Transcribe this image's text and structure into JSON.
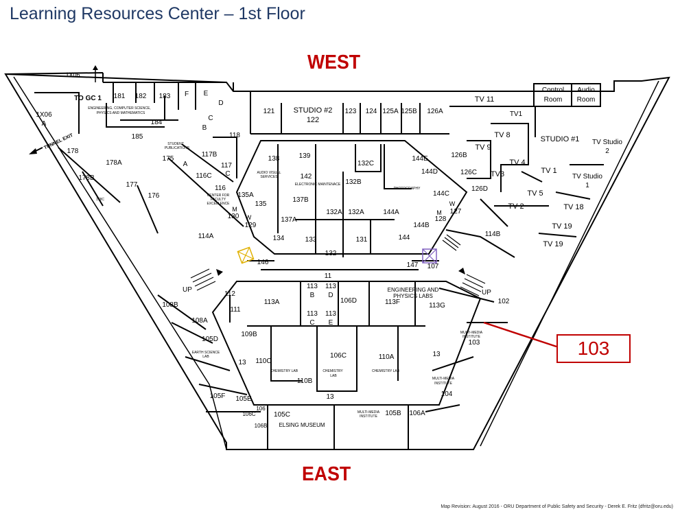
{
  "title": "Learning Resources Center – 1st Floor",
  "directions": {
    "west": "WEST",
    "east": "EAST"
  },
  "callout": {
    "label": "103",
    "color": "#c00000"
  },
  "footer": "Map Revision: August 2016 - ORU Department of Public Safety and Security - Derek E. Fritz (dfritz@oru.edu)",
  "colors": {
    "title": "#1f3864",
    "accent": "#c00000",
    "walls": "#000000",
    "elevator_west": "#e0b000",
    "elevator_east": "#8060c0"
  },
  "rooms": [
    {
      "id": "r1x06",
      "text": "1X06"
    },
    {
      "id": "rtogc",
      "text": "TO GC 1"
    },
    {
      "id": "r181",
      "text": "181"
    },
    {
      "id": "r182",
      "text": "182"
    },
    {
      "id": "r183",
      "text": "183"
    },
    {
      "id": "rF",
      "text": "F"
    },
    {
      "id": "rE",
      "text": "E"
    },
    {
      "id": "rD",
      "text": "D"
    },
    {
      "id": "rC",
      "text": "C"
    },
    {
      "id": "rB",
      "text": "B"
    },
    {
      "id": "rEng1",
      "text": "ENGINEERING, COMPUTER SCIENCE,"
    },
    {
      "id": "rEng2",
      "text": "PHYSICS AND MATHEMATICS"
    },
    {
      "id": "r184",
      "text": "184"
    },
    {
      "id": "r185",
      "text": "185"
    },
    {
      "id": "r1x06a1",
      "text": "1X06"
    },
    {
      "id": "r1x06a2",
      "text": "A"
    },
    {
      "id": "rTunnel",
      "text": "TUNNEL EXIT"
    },
    {
      "id": "rStuPub1",
      "text": "STUDENT"
    },
    {
      "id": "rStuPub2",
      "text": "PUBLICATIONS"
    },
    {
      "id": "r175",
      "text": "175"
    },
    {
      "id": "rA",
      "text": "A"
    },
    {
      "id": "r178",
      "text": "178"
    },
    {
      "id": "r178A",
      "text": "178A"
    },
    {
      "id": "r178B",
      "text": "178B"
    },
    {
      "id": "r178C",
      "text": "178C"
    },
    {
      "id": "r177",
      "text": "177"
    },
    {
      "id": "r176",
      "text": "176"
    },
    {
      "id": "r118",
      "text": "118"
    },
    {
      "id": "r117B",
      "text": "117B"
    },
    {
      "id": "r117",
      "text": "117"
    },
    {
      "id": "r117C",
      "text": "C"
    },
    {
      "id": "r116C",
      "text": "116C"
    },
    {
      "id": "r116",
      "text": "116"
    },
    {
      "id": "rCFE1",
      "text": "CENTER FOR"
    },
    {
      "id": "rCFE2",
      "text": "FACULTY"
    },
    {
      "id": "rCFE3",
      "text": "EXCELLENCE"
    },
    {
      "id": "r121",
      "text": "121"
    },
    {
      "id": "rStudio2",
      "text": "STUDIO #2"
    },
    {
      "id": "r122",
      "text": "122"
    },
    {
      "id": "r123",
      "text": "123"
    },
    {
      "id": "r124",
      "text": "124"
    },
    {
      "id": "r125A",
      "text": "125A"
    },
    {
      "id": "r125B",
      "text": "125B"
    },
    {
      "id": "r126A",
      "text": "126A"
    },
    {
      "id": "r138",
      "text": "138"
    },
    {
      "id": "rAV1",
      "text": "AUDIO VISUAL"
    },
    {
      "id": "rAV2",
      "text": "SERVICES"
    },
    {
      "id": "r139",
      "text": "139"
    },
    {
      "id": "r142",
      "text": "142"
    },
    {
      "id": "rElec",
      "text": "ELECTRONIC MAINTENACE"
    },
    {
      "id": "r132B",
      "text": "132B"
    },
    {
      "id": "r132C",
      "text": "132C"
    },
    {
      "id": "r144E",
      "text": "144E"
    },
    {
      "id": "r144D",
      "text": "144D"
    },
    {
      "id": "rPhoto",
      "text": "PHOTOGRAPHY"
    },
    {
      "id": "r144C",
      "text": "144C"
    },
    {
      "id": "r135A",
      "text": "135A"
    },
    {
      "id": "r135",
      "text": "135"
    },
    {
      "id": "rM1",
      "text": "M"
    },
    {
      "id": "r130",
      "text": "130"
    },
    {
      "id": "rW1",
      "text": "W"
    },
    {
      "id": "r129",
      "text": "129"
    },
    {
      "id": "r137B",
      "text": "137B"
    },
    {
      "id": "r137A",
      "text": "137A"
    },
    {
      "id": "r134",
      "text": "134"
    },
    {
      "id": "r133",
      "text": "133"
    },
    {
      "id": "r132A1",
      "text": "132A"
    },
    {
      "id": "r132A2",
      "text": "132A"
    },
    {
      "id": "r132",
      "text": "132"
    },
    {
      "id": "r131",
      "text": "131"
    },
    {
      "id": "r144A",
      "text": "144A"
    },
    {
      "id": "r144",
      "text": "144"
    },
    {
      "id": "r144B",
      "text": "144B"
    },
    {
      "id": "rW2",
      "text": "W"
    },
    {
      "id": "r127",
      "text": "127"
    },
    {
      "id": "rM2",
      "text": "M"
    },
    {
      "id": "r128",
      "text": "128"
    },
    {
      "id": "rTV11",
      "text": "TV 11"
    },
    {
      "id": "rControl1",
      "text": "Control"
    },
    {
      "id": "rControl2",
      "text": "Room"
    },
    {
      "id": "rAudio1",
      "text": "Audio"
    },
    {
      "id": "rAudio2",
      "text": "Room"
    },
    {
      "id": "rTV1a",
      "text": "TV1"
    },
    {
      "id": "rTV8",
      "text": "TV 8"
    },
    {
      "id": "rStudio1",
      "text": "STUDIO #1"
    },
    {
      "id": "rTVS2a",
      "text": "TV Studio"
    },
    {
      "id": "rTVS2b",
      "text": "2"
    },
    {
      "id": "rTV9",
      "text": "TV 9"
    },
    {
      "id": "r126B",
      "text": "126B"
    },
    {
      "id": "rTV4",
      "text": "TV 4"
    },
    {
      "id": "rTV1b",
      "text": "TV 1"
    },
    {
      "id": "r126C",
      "text": "126C"
    },
    {
      "id": "rTV3",
      "text": "TV3"
    },
    {
      "id": "rTVS1a",
      "text": "TV Studio"
    },
    {
      "id": "rTVS1b",
      "text": "1"
    },
    {
      "id": "r126D",
      "text": "126D"
    },
    {
      "id": "rTV5",
      "text": "TV 5"
    },
    {
      "id": "rTV2",
      "text": "TV 2"
    },
    {
      "id": "rTV18",
      "text": "TV 18"
    },
    {
      "id": "rTV19a",
      "text": "TV 19"
    },
    {
      "id": "rTV19b",
      "text": "TV 19"
    },
    {
      "id": "r114A",
      "text": "114A"
    },
    {
      "id": "r114B",
      "text": "114B"
    },
    {
      "id": "r146",
      "text": "146"
    },
    {
      "id": "r147",
      "text": "147"
    },
    {
      "id": "r107",
      "text": "107"
    },
    {
      "id": "r11",
      "text": "11"
    },
    {
      "id": "rUP1",
      "text": "UP"
    },
    {
      "id": "rUP2",
      "text": "UP"
    },
    {
      "id": "r108B",
      "text": "108B"
    },
    {
      "id": "r112",
      "text": "112"
    },
    {
      "id": "r111",
      "text": "111"
    },
    {
      "id": "r113A",
      "text": "113A"
    },
    {
      "id": "r113B1",
      "text": "113"
    },
    {
      "id": "r113B2",
      "text": "B"
    },
    {
      "id": "r113D1",
      "text": "113"
    },
    {
      "id": "r113D2",
      "text": "D"
    },
    {
      "id": "r106D",
      "text": "106D"
    },
    {
      "id": "r113C1",
      "text": "113"
    },
    {
      "id": "r113C2",
      "text": "C"
    },
    {
      "id": "r113E1",
      "text": "113"
    },
    {
      "id": "r113E2",
      "text": "E"
    },
    {
      "id": "rEP1",
      "text": "ENGINEERING AND"
    },
    {
      "id": "rEP2",
      "text": "PHYSICS LABS"
    },
    {
      "id": "r113F",
      "text": "113F"
    },
    {
      "id": "r113G",
      "text": "113G"
    },
    {
      "id": "r102",
      "text": "102"
    },
    {
      "id": "r108A",
      "text": "108A"
    },
    {
      "id": "r105D",
      "text": "105D"
    },
    {
      "id": "r109B",
      "text": "109B"
    },
    {
      "id": "rES1",
      "text": "EARTH SCIENCE"
    },
    {
      "id": "rES2",
      "text": "LAB"
    },
    {
      "id": "r13a",
      "text": "13"
    },
    {
      "id": "r110C",
      "text": "110C"
    },
    {
      "id": "rChem1",
      "text": "CHEMISTRY LAB"
    },
    {
      "id": "r110B",
      "text": "110B"
    },
    {
      "id": "r106C",
      "text": "106C"
    },
    {
      "id": "rChem2a",
      "text": "CHEMISTRY"
    },
    {
      "id": "rChem2b",
      "text": "LAB"
    },
    {
      "id": "r110A",
      "text": "110A"
    },
    {
      "id": "rChem3",
      "text": "CHEMISTRY LAB"
    },
    {
      "id": "r13b",
      "text": "13"
    },
    {
      "id": "rMMI1a",
      "text": "MULTI-MEDIA"
    },
    {
      "id": "rMMI1b",
      "text": "INSTITUTE"
    },
    {
      "id": "r103",
      "text": "103"
    },
    {
      "id": "rMMI2a",
      "text": "MULTI-MEDIA"
    },
    {
      "id": "rMMI2b",
      "text": "INSTITUTE"
    },
    {
      "id": "r104",
      "text": "104"
    },
    {
      "id": "r13c",
      "text": "13"
    },
    {
      "id": "r105F",
      "text": "105F"
    },
    {
      "id": "r105E",
      "text": "105E"
    },
    {
      "id": "r106",
      "text": "106"
    },
    {
      "id": "r106C2",
      "text": "106C"
    },
    {
      "id": "r105C",
      "text": "105C"
    },
    {
      "id": "r106B",
      "text": "106B"
    },
    {
      "id": "rElsing",
      "text": "ELSING MUSEUM"
    },
    {
      "id": "rMMI3a",
      "text": "MULTI-MEDIA"
    },
    {
      "id": "rMMI3b",
      "text": "INSTITUTE"
    },
    {
      "id": "r105B",
      "text": "105B"
    },
    {
      "id": "r106A",
      "text": "106A"
    }
  ]
}
